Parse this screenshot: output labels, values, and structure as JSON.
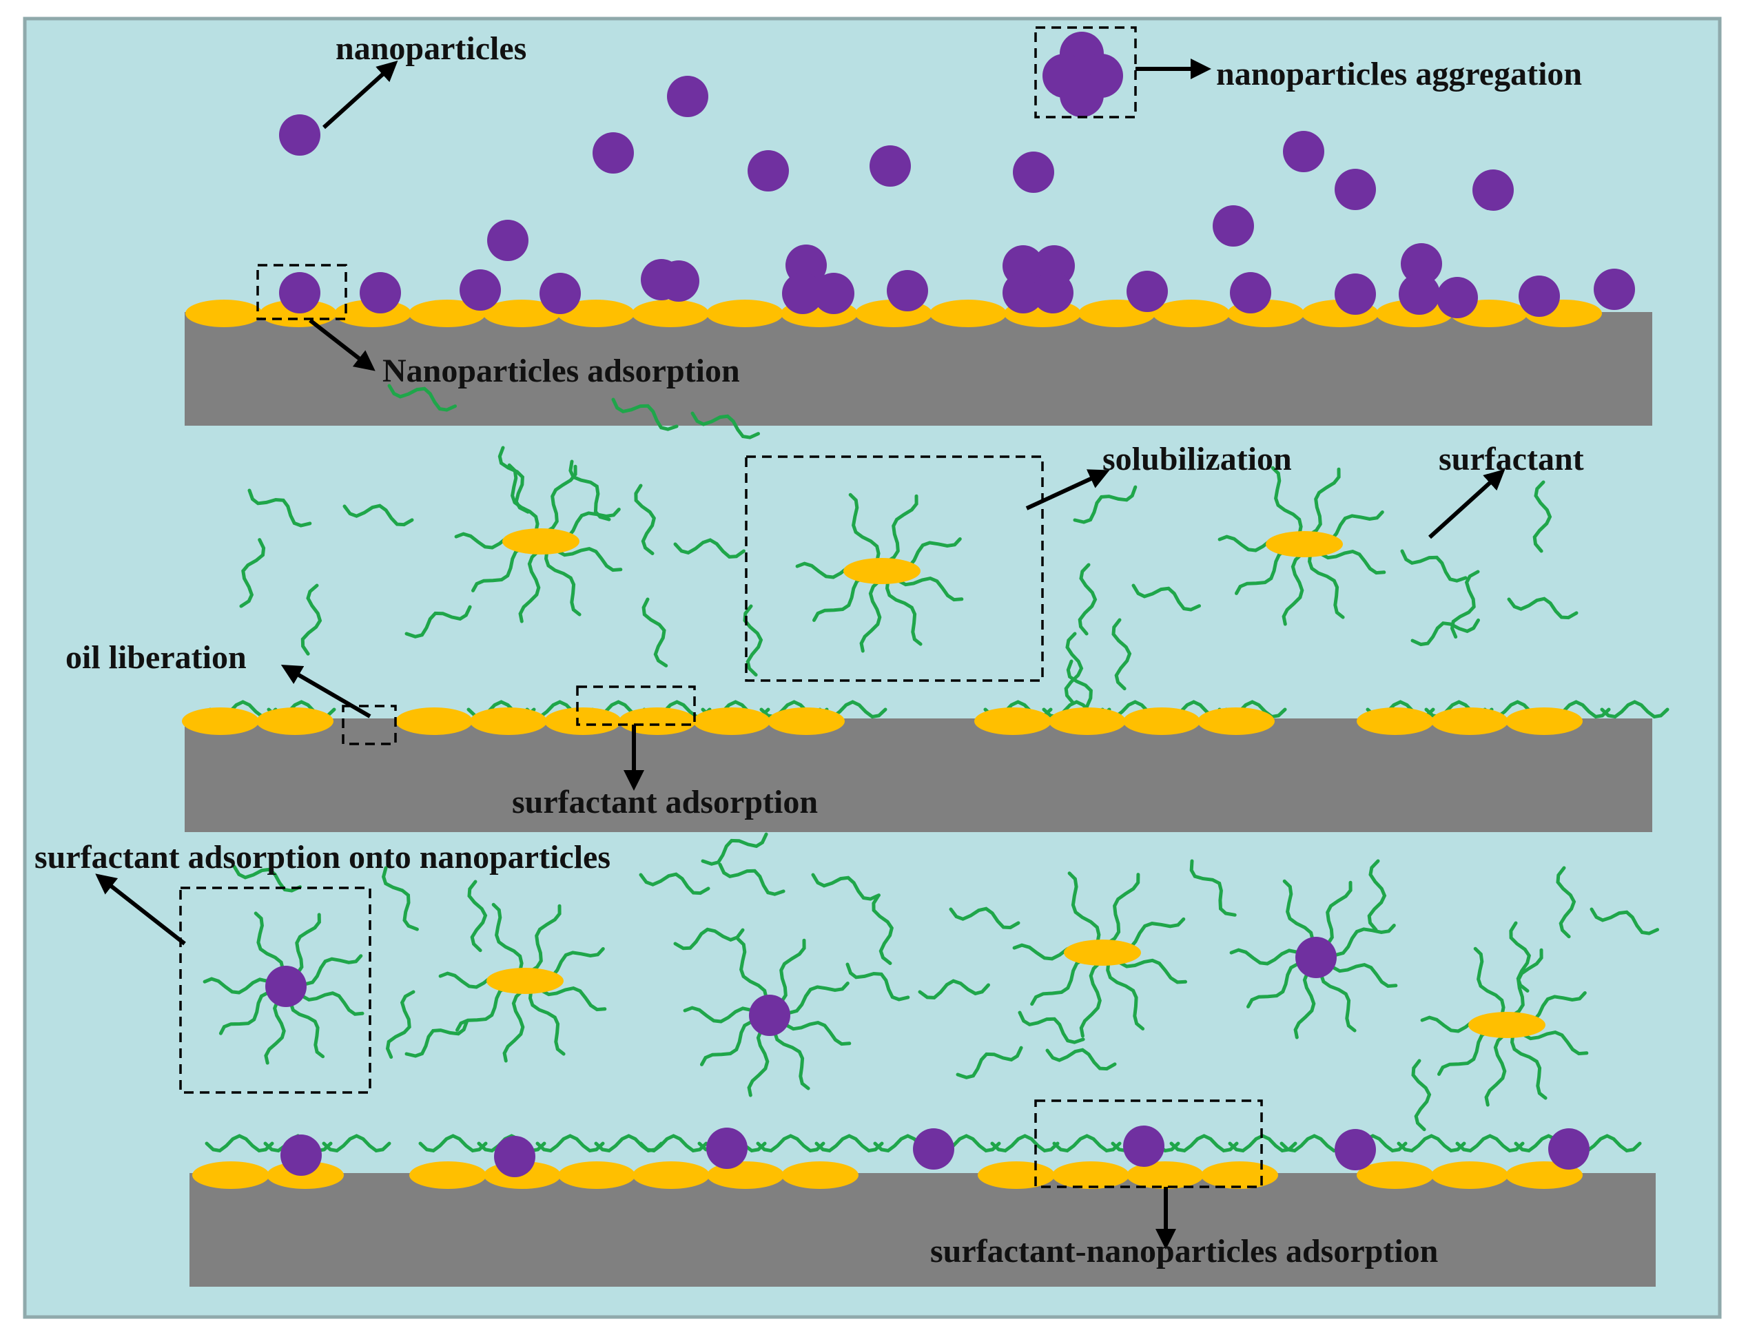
{
  "labels": {
    "nanoparticles": "nanoparticles",
    "aggregation": "nanoparticles aggregation",
    "np_adsorption": "Nanoparticles adsorption",
    "solubilization": "solubilization",
    "surfactant": "surfactant",
    "oil_liberation": "oil liberation",
    "surf_adsorption": "surfactant adsorption",
    "surf_onto_np": "surfactant adsorption onto nanoparticles",
    "surf_np_adsorption": "surfactant-nanoparticles adsorption"
  },
  "colors": {
    "background": "#b9e0e3",
    "frame": "#8fa9ab",
    "rock": "#808080",
    "oil": "#ffbf00",
    "nanoparticle": "#7030a0",
    "surfactant_tail": "#1fa64a"
  },
  "icons": {
    "nanoparticle": "purple-sphere",
    "oil_droplet": "yellow-ellipse",
    "surfactant_molecule": "green-wavy-tail",
    "micelle": "oil-droplet-with-surfactant-tails"
  }
}
